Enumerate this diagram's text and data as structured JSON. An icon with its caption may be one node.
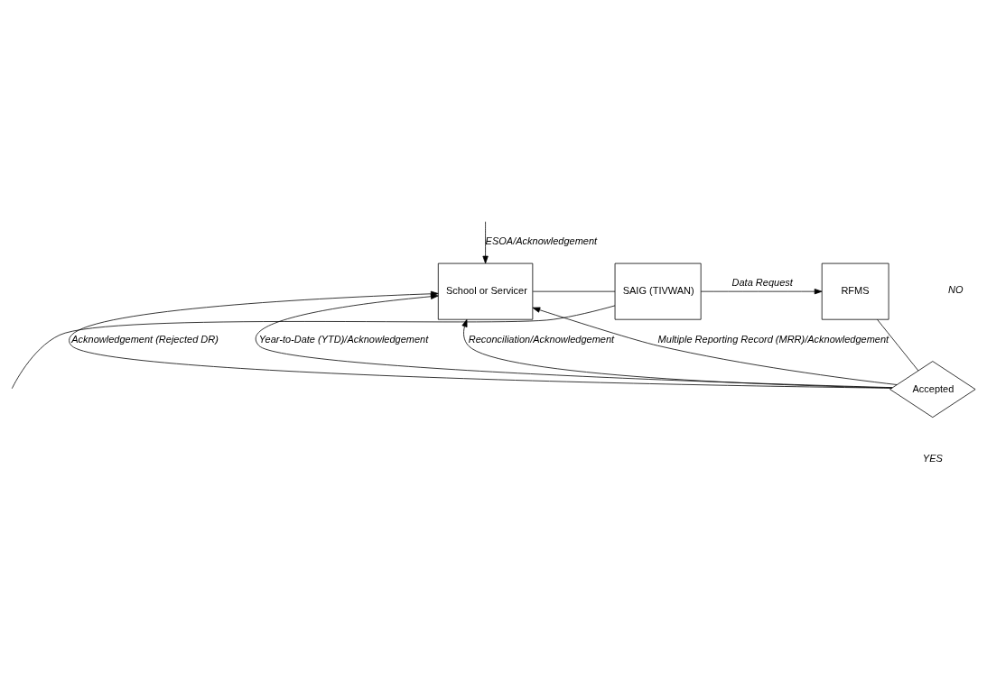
{
  "diagram": {
    "nodes": [
      {
        "text": [
          "School or Servicer"
        ]
      },
      {
        "text": [
          "SAIG (TIVWAN)"
        ]
      },
      {
        "text": [
          "RFMS"
        ]
      },
      {
        "text": [
          "Accepted"
        ]
      }
    ],
    "edges": [
      {
        "from": 0,
        "to": 1,
        "arrow": "none"
      },
      {
        "from": 1,
        "to": 2,
        "arrow": "to",
        "label": "Data Request"
      },
      {
        "from": 1,
        "to": null,
        "arrow": "none"
      },
      {
        "from": 2,
        "to": 3,
        "arrow": "none"
      },
      {
        "from": 3,
        "to": 0,
        "arrow": "to",
        "label": "Acknowledgement (Rejected DR)"
      },
      {
        "from": 3,
        "to": 0,
        "arrow": "to",
        "label": "Year-to-Date (YTD)/Acknowledgement"
      },
      {
        "from": 3,
        "to": 0,
        "arrow": "to",
        "label": "Reconciliation/Acknowledgement"
      },
      {
        "from": 3,
        "to": 0,
        "arrow": "to",
        "label": "Multiple Reporting Record (MRR)/Acknowledgement"
      },
      {
        "from": null,
        "to": 0,
        "arrow": "to",
        "label": "ESOA/Acknowledgement"
      }
    ],
    "labels": [
      "NO",
      "YES"
    ]
  }
}
